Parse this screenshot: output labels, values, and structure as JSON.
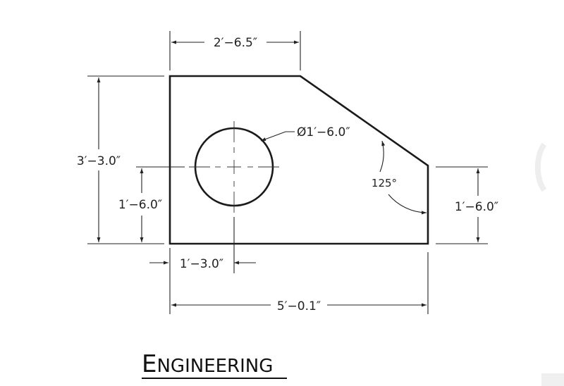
{
  "title": "Engineering",
  "title_caps": "ENGINEERING",
  "title_first_letter": "E",
  "title_rest": "NGINEERING",
  "dimensions": {
    "top_width": "2′−6.5″",
    "overall_height": "3′−3.0″",
    "hole_center_height": "1′−6.0″",
    "hole_diameter": "Ø1′−6.0″",
    "angle": "125°",
    "right_edge_height": "1′−6.0″",
    "hole_center_offset": "1′−3.0″",
    "overall_width": "5′−0.1″"
  },
  "colors": {
    "line": "#1a1a1a",
    "background": "#ffffff"
  }
}
